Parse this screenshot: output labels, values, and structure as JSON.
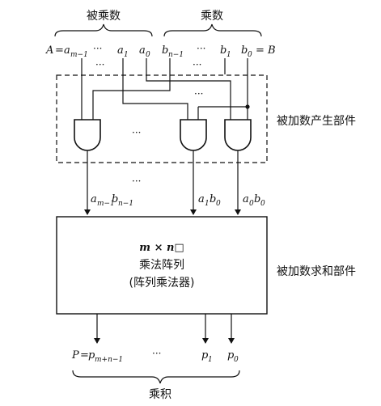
{
  "labels": {
    "multiplicand": "被乘数",
    "multiplier": "乘数",
    "product": "乘积",
    "partial_gen": "被加数产生部件",
    "partial_sum": "被加数求和部件"
  },
  "inputs": {
    "A": "A",
    "eq1": "=",
    "a_m1": "a",
    "a_m1_sub": "m−1",
    "dots1": "···",
    "a1": "a",
    "a1_sub": "1",
    "a0": "a",
    "a0_sub": "0",
    "b_n1": "b",
    "b_n1_sub": "n−1",
    "dots2": "···",
    "b1": "b",
    "b1_sub": "1",
    "b0": "b",
    "b0_sub": "0",
    "eqB": "= B"
  },
  "partials": {
    "p_left": "a",
    "p_left_sub1": "m−1",
    "p_left_mid": "b",
    "p_left_sub2": "n−1",
    "p_mid": "a",
    "p_mid_sub1": "1",
    "p_mid_mid": "b",
    "p_mid_sub2": "0",
    "p_right": "a",
    "p_right_sub1": "0",
    "p_right_mid": "b",
    "p_right_sub2": "0"
  },
  "box": {
    "line1": "m × n□",
    "line2": "乘法阵列",
    "line3": "(阵列乘法器)"
  },
  "outputs": {
    "P": "P",
    "eq": "=",
    "p_high": "p",
    "p_high_sub": "m+n−1",
    "dots": "···",
    "p1": "p",
    "p1_sub": "1",
    "p0": "p",
    "p0_sub": "0"
  },
  "ellipsis": "···"
}
